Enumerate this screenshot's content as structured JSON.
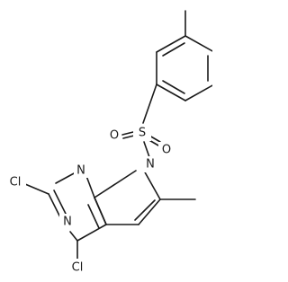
{
  "molecule": {
    "atoms": {
      "cl_top": "Cl",
      "cl_bottom": "Cl",
      "n1": "N",
      "n3": "N",
      "n7": "N",
      "s": "S",
      "o_left": "O",
      "o_right": "O"
    }
  }
}
